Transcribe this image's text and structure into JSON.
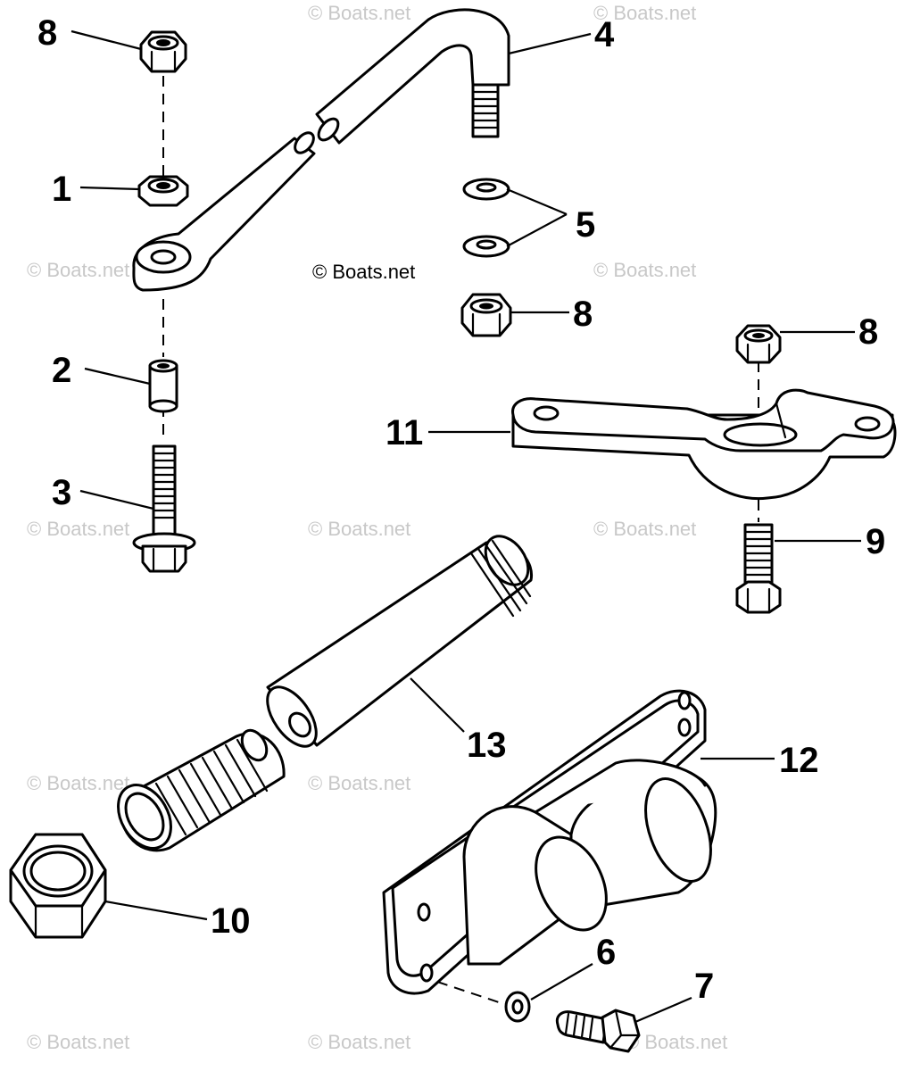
{
  "diagram": {
    "watermark_text": "© Boats.net",
    "callouts": {
      "c1": "1",
      "c2": "2",
      "c3": "3",
      "c4": "4",
      "c5": "5",
      "c6": "6",
      "c7": "7",
      "c8a": "8",
      "c8b": "8",
      "c8c": "8",
      "c9": "9",
      "c10": "10",
      "c11": "11",
      "c12": "12",
      "c13": "13"
    }
  }
}
